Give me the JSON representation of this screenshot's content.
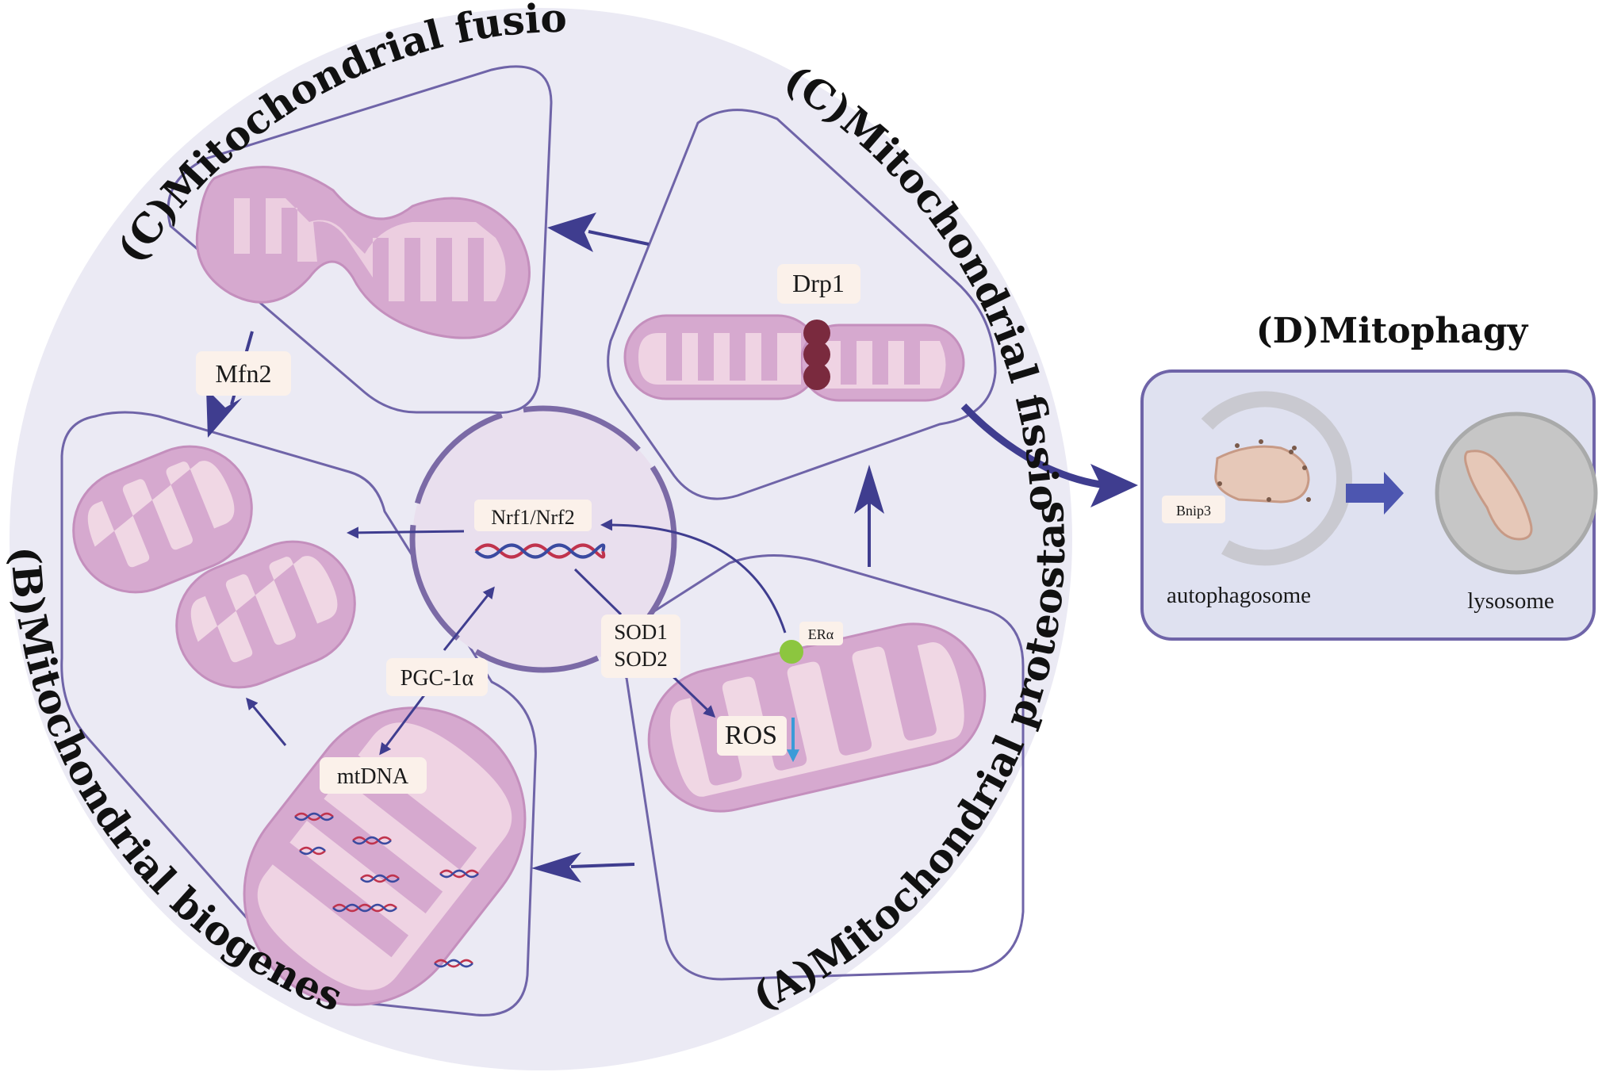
{
  "titles": {
    "fusion": "(C)Mitochondrial fusion",
    "fission": "(C)Mitochondrial fission",
    "biogenesis": "(B)Mitochondrial biogenesis",
    "proteostasis": "(A)Mitochondrial proteostasis",
    "mitophagy": "(D)Mitophagy"
  },
  "labels": {
    "drp1": "Drp1",
    "mfn2": "Mfn2",
    "nrf": "Nrf1/Nrf2",
    "sod1": "SOD1",
    "sod2": "SOD2",
    "pgc": "PGC-1α",
    "mtdna": "mtDNA",
    "ros": "ROS",
    "era": "ERα",
    "bnip3": "Bnip3",
    "autophagosome": "autophagosome",
    "lysosome": "lysosome"
  },
  "colors": {
    "outer_circle": "#ebeaf4",
    "panel_stroke": "#6f64a8",
    "arrow": "#3f3d8f",
    "mito_outer": "#d6a9cf",
    "mito_inner": "#f3dbe6",
    "nucleus": "#e9dfee",
    "mitophagy_panel": "#dfe1f0",
    "ros_arrow": "#3b9bd8",
    "era_dot": "#8cc63f",
    "drp1": "#7a2a3e"
  }
}
